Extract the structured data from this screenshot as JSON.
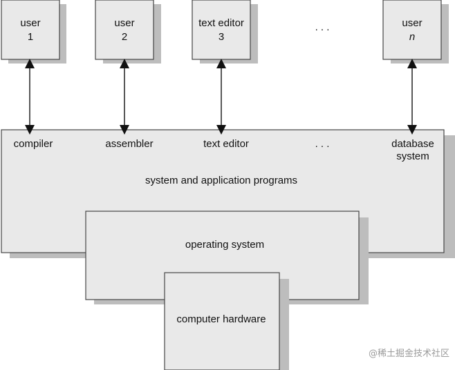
{
  "users": [
    {
      "label": "user",
      "id": "1"
    },
    {
      "label": "user",
      "id": "2"
    },
    {
      "label": "text editor",
      "id": "3"
    },
    {
      "label": "user",
      "id": "n"
    }
  ],
  "user_ellipsis": ". . .",
  "programs": [
    "compiler",
    "assembler",
    "text editor",
    "database",
    "system"
  ],
  "program_ellipsis": ". . .",
  "layers": {
    "system_programs": "system and application programs",
    "operating_system": "operating system",
    "hardware": "computer hardware"
  },
  "watermark": "@稀土掘金技术社区"
}
